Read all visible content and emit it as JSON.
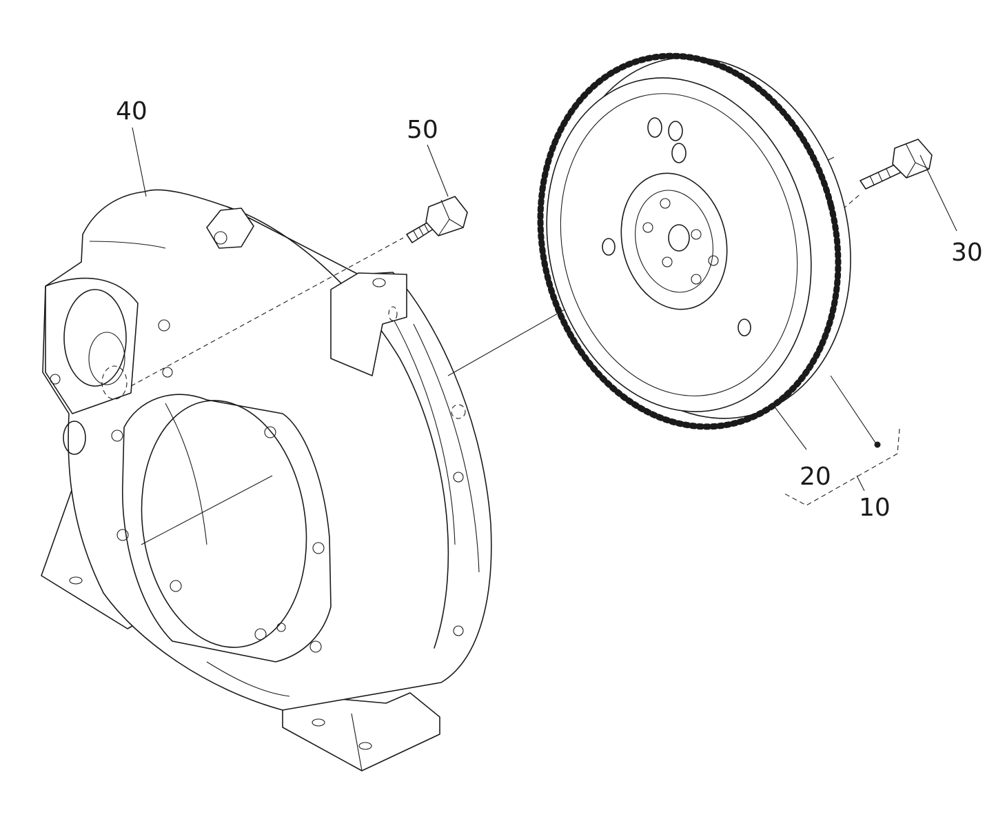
{
  "callouts": {
    "flywheel_assembly": "10",
    "ring_gear": "20",
    "flywheel_bolt": "30",
    "flywheel_housing": "40",
    "housing_bolt": "50"
  }
}
